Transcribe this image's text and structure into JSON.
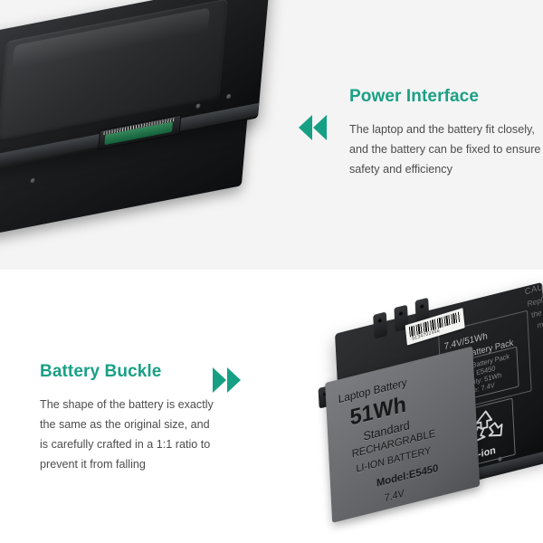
{
  "page": {
    "background_top": "#f4f4f4",
    "background_bottom": "#ffffff",
    "accent_color": "#15a085",
    "body_text_color": "#4c4c4c"
  },
  "sections": [
    {
      "id": "power-interface",
      "heading": "Power Interface",
      "arrow_icon": "double-chevron-left-icon",
      "arrow_direction": "left",
      "body_lines": [
        "The laptop and the battery fit closely,",
        "and the battery can be fixed to ensure",
        "safety and efficiency"
      ]
    },
    {
      "id": "battery-buckle",
      "heading": "Battery Buckle",
      "arrow_icon": "double-chevron-right-icon",
      "arrow_direction": "right",
      "body_lines": [
        "The shape of the battery is exactly",
        "the same as the original size, and",
        "is carefully crafted in a 1:1 ratio to",
        "prevent it from falling"
      ]
    }
  ],
  "photos": {
    "top": {
      "alt": "Laptop chassis with battery installed showing green power connector",
      "connector_color": "#36875a"
    },
    "bottom": {
      "alt": "Dell E5450 laptop battery pack with printed label"
    }
  },
  "battery_label": {
    "title": "Laptop Battery",
    "capacity": "51Wh",
    "standard": "Standard",
    "rechargeable": "RECHARGRABLE",
    "chemistry": "LI-ION BATTERY",
    "model": "Model:E5450",
    "voltage": "7.4V",
    "spec_voltage_capacity": "7.4V/51Wh",
    "pack_type": "Li-Ion Battery Pack",
    "spec_box": [
      "Li-ion Battery Pack",
      "Model: E5450",
      "Capacity: 51Wh",
      "Voltage: 7.4V"
    ],
    "recycle_mark": "Li-ion",
    "caution_lines": [
      "CAUTION",
      "Replac",
      "the m",
      "ma",
      "b"
    ],
    "barcode_number": "9134702456"
  }
}
